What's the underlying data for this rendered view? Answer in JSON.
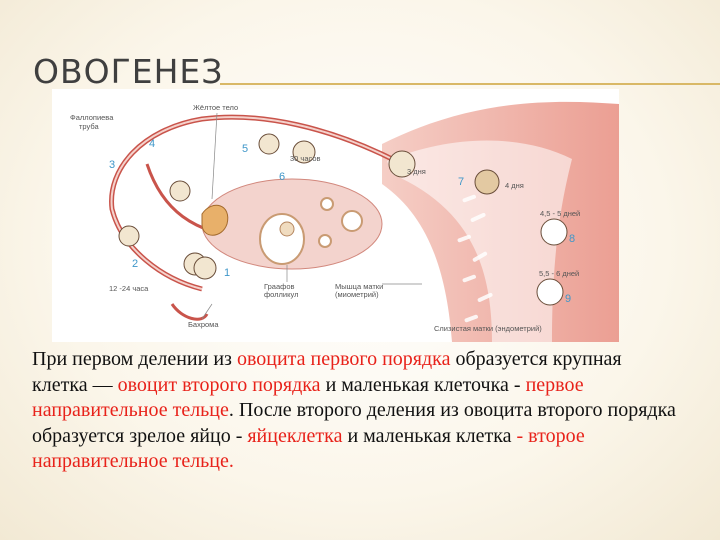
{
  "slide": {
    "title": "ОВОГЕНЕЗ"
  },
  "diagram": {
    "labels": {
      "tube": [
        "Фаллопиева",
        "труба"
      ],
      "corpus_luteum": "Жёлтое тело",
      "graafian": [
        "Граафов",
        "фолликул"
      ],
      "myometrium": [
        "Мышца матки",
        "(миометрий)"
      ],
      "endometrium": "Слизистая матки (эндометрий)",
      "fimbria": "Бахрома",
      "t_12_24": "12 -24 часа",
      "t_30": "30 часов",
      "t_3d": "3 дня",
      "t_4d": "4 дня",
      "t_45": "4,5 - 5 дней",
      "t_55": "5,5 - 6 дней"
    },
    "numbers": [
      "1",
      "2",
      "3",
      "4",
      "5",
      "6",
      "7",
      "8",
      "9"
    ]
  },
  "paragraph": {
    "s1": "При первом делении из ",
    "s2": "овоцита первого порядка",
    "s3": " образуется крупная клетка — ",
    "s4": "овоцит второго порядка",
    "s5": " и маленькая клеточка - ",
    "s6": "первое направительное тельце",
    "s7": ". После второго деления из овоцита второго порядка образуется зрелое яйцо - ",
    "s8": "яйцеклетка",
    "s9": " и маленькая клетка ",
    "s10": "- второе направительное тельце."
  },
  "colors": {
    "highlight": "#e8221a",
    "accent_rule": "#d9b866",
    "number": "#3f97c9"
  }
}
